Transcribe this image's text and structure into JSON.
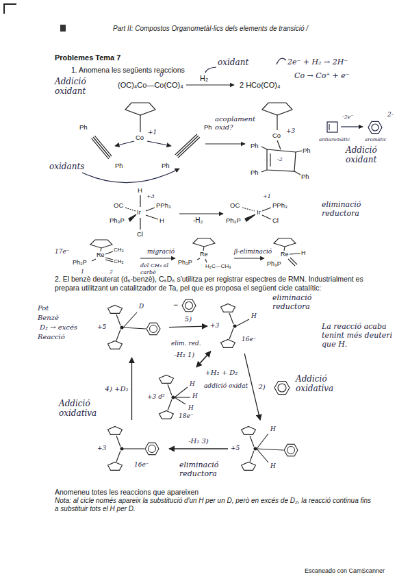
{
  "diagram": {
    "title": "Problemes Tema 7",
    "nodes": [
      {
        "text": [
          "+5",
          "D"
        ]
      },
      {
        "text": [
          "+3",
          "H",
          "16e⁻"
        ]
      },
      {
        "text": [
          "+3 d²",
          "H",
          "H",
          "H",
          "18e⁻"
        ]
      },
      {
        "text": [
          "+5",
          "H",
          "H"
        ]
      },
      {
        "text": [
          "+3",
          "16e⁻"
        ]
      }
    ],
    "edges": [
      {
        "from": 0,
        "to": 1,
        "arrow": "to",
        "label": "5)"
      },
      {
        "from": 2,
        "to": 1,
        "arrow": "to",
        "label": "-H₂ 1)"
      },
      {
        "from": 1,
        "to": 2,
        "arrow": "to",
        "label": "+H₂ + D₂"
      },
      {
        "from": 1,
        "to": 3,
        "arrow": "to",
        "label": "2)"
      },
      {
        "from": 3,
        "to": 4,
        "arrow": "to",
        "label": "-H₂ 3)"
      },
      {
        "from": 4,
        "to": 0,
        "arrow": "to",
        "label": "4) +D₂"
      }
    ],
    "labels": [
      "Part II: Compostos Organometàl·lics dels elements de transició /",
      "1. Anomena les següents reaccions",
      "Addició oxidant",
      "0",
      "(OC)₄Co—Co(CO)₄",
      "oxidant",
      "H₂",
      "2 HCo(CO)₄",
      "2e⁻ + H₂ → 2H⁻",
      "Co → Co⁺ + e⁻",
      "Ph",
      "Ph",
      "Co",
      "+1",
      "Ph",
      "Ph",
      "oxidants",
      "acoplament oxid?",
      "Co",
      "+3",
      "Ph",
      "Ph",
      "Ph",
      "Ph",
      "-2",
      "antiaromàtic",
      "aromàtic",
      "-2e⁻",
      "2-",
      "Addició oxidant",
      "H",
      "+3",
      "OC",
      "Ir",
      "PPh₃",
      "Ph₃P",
      "H",
      "Cl",
      "-H₂",
      "+1",
      "OC",
      "Ir",
      "PPh₃",
      "Ph₃P",
      "Cl",
      "eliminació reductora",
      "17e⁻",
      "Ph₃P",
      "Re",
      "CH₃",
      "CH₂",
      "1",
      "2",
      "migració",
      "del CH₃ al carbè",
      "Ph₃P",
      "Re",
      "H₂C—CH₃",
      "β-eliminació",
      "Ph₃P",
      "Re",
      "H",
      "2. El benzè deuterat (d₆-benzè), C₆D₆ s'utilitza per registrar espectres de RMN. Industrialment es prepara utilitzant un catalitzador de Ta, pel que es proposa el següent cicle catalític:",
      "Pot",
      "Benzè",
      "D₂ → excés",
      "Reacció",
      "−",
      "eliminació reductora",
      "La reacció acaba tenint més deuteri que H.",
      "elim. red.",
      "addició oxidat",
      "Addició oxidativa",
      "Addició oxidativa",
      "eliminació reductora",
      "Anomeneu totes les reaccions que apareixen",
      "Nota: al cicle només apareix la substitució d'un H per un D, però en excés de D₂, la reacció continua fins a substituir tots el H per D.",
      "Escaneado con CamScanner"
    ]
  }
}
